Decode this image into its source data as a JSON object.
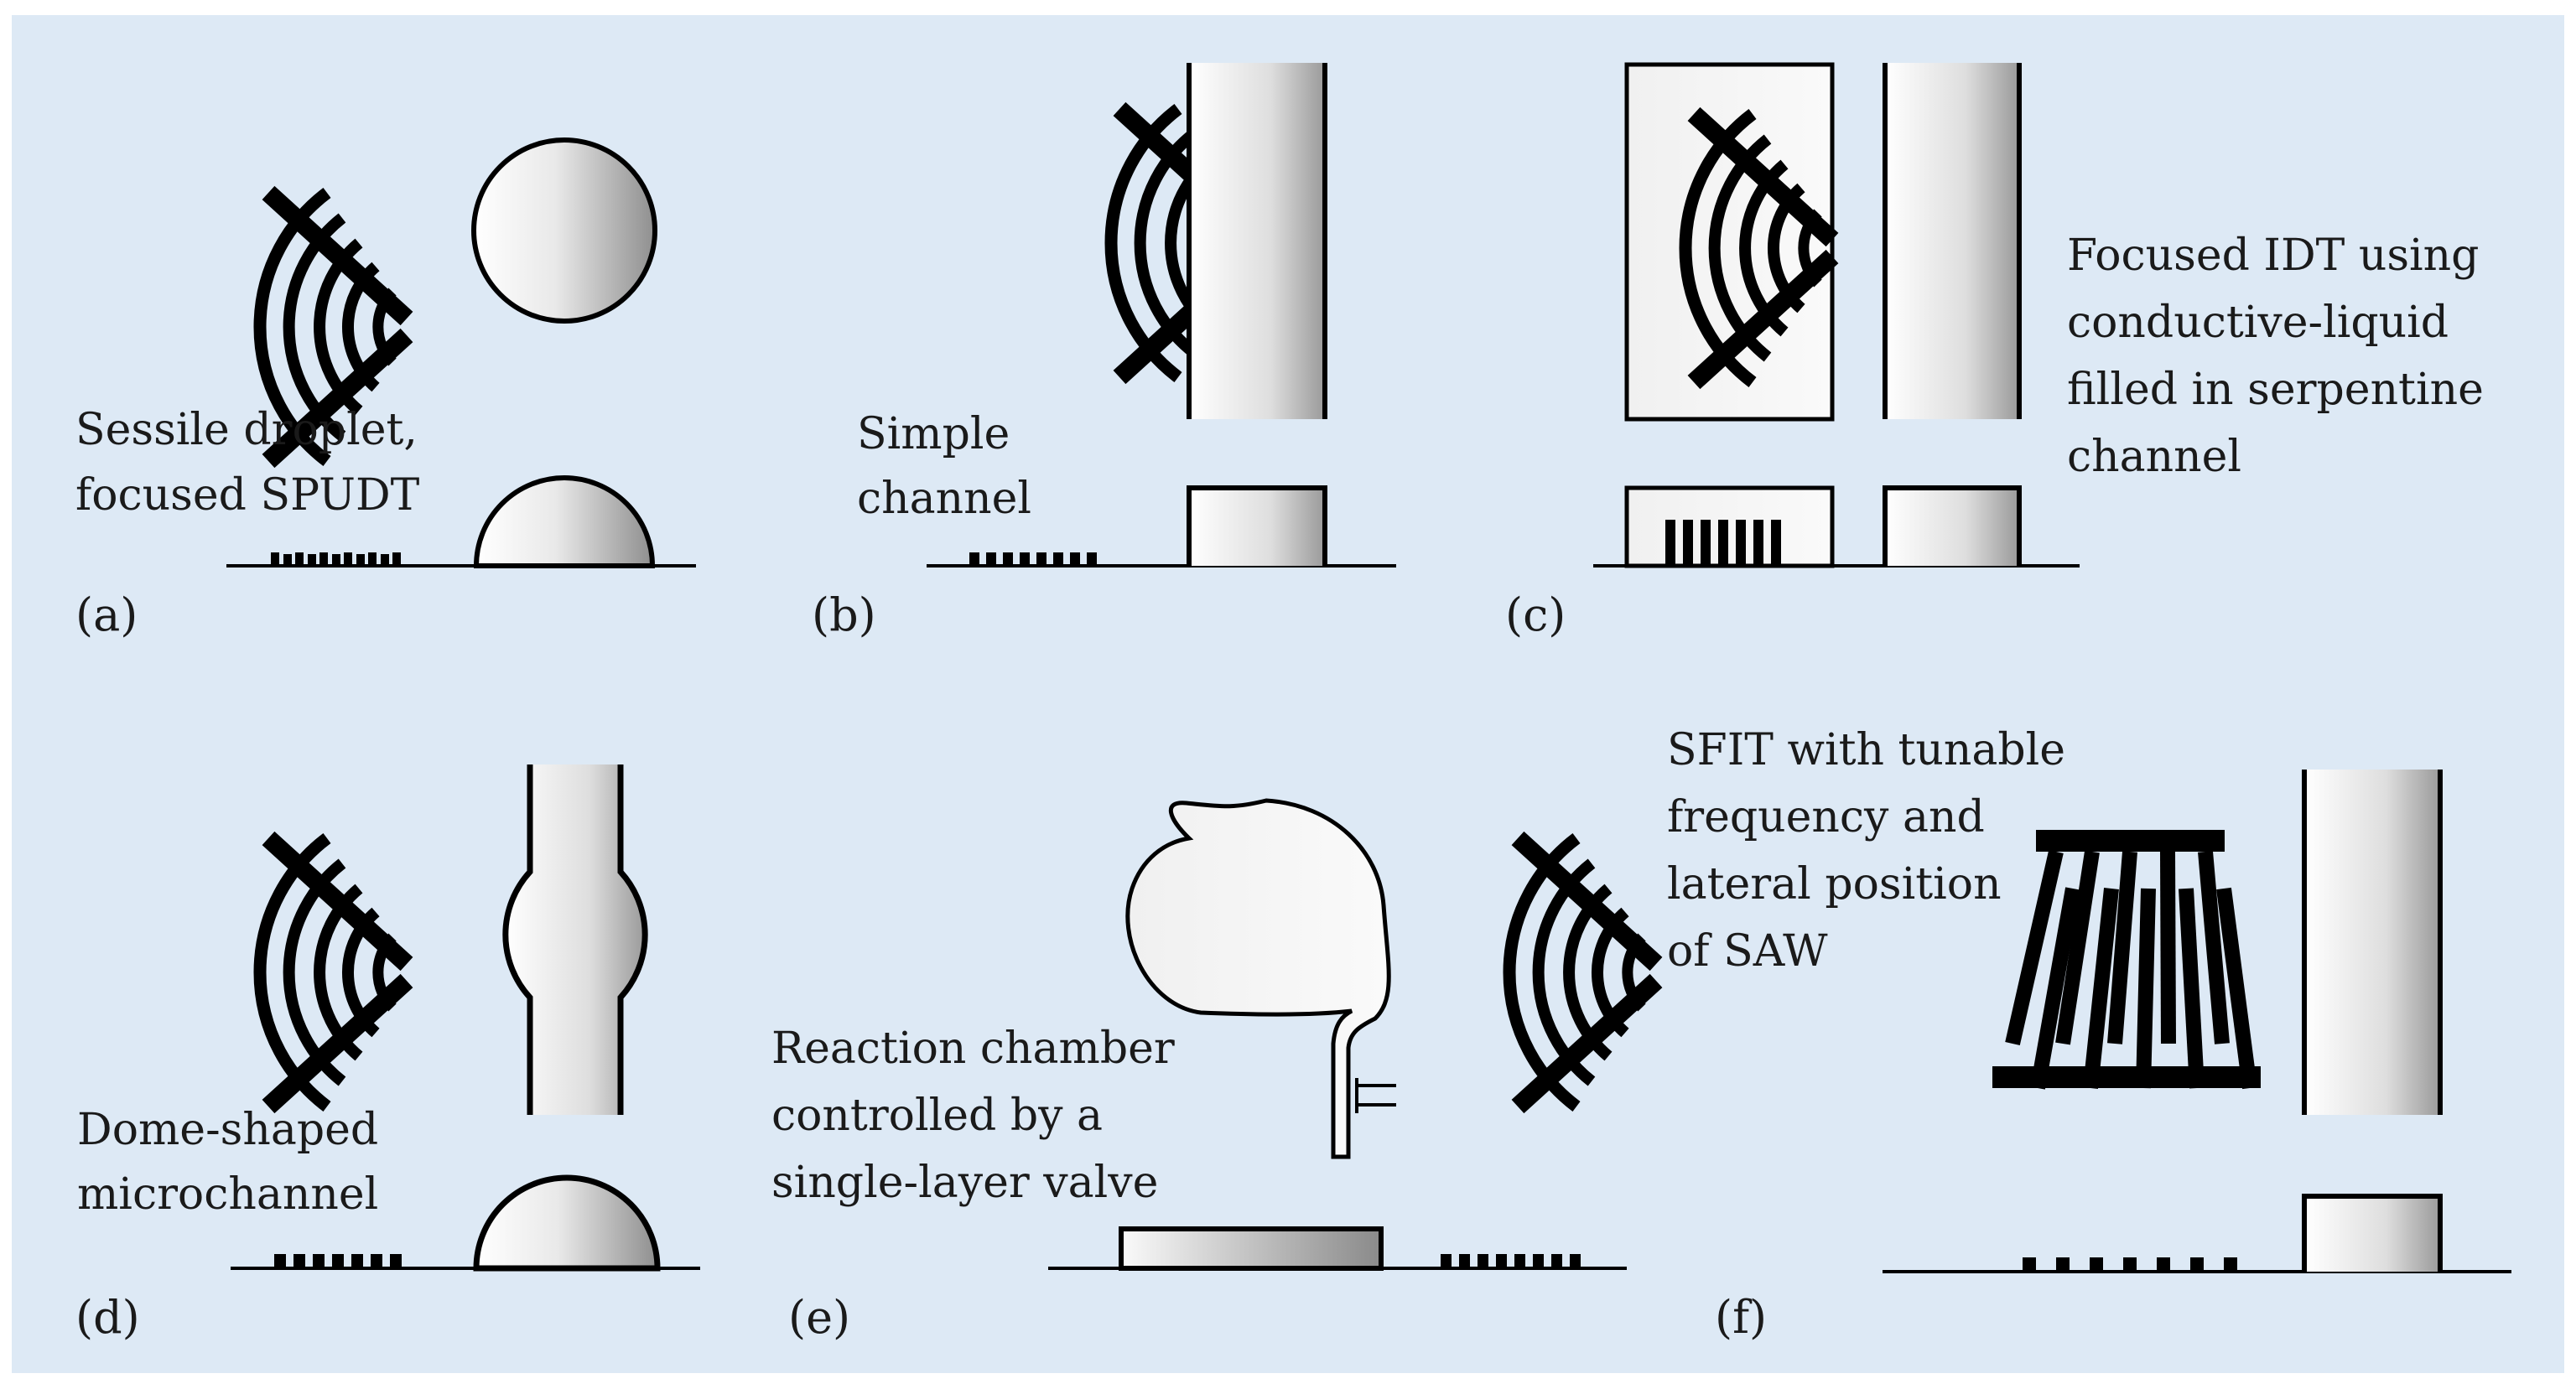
{
  "panels": {
    "a": {
      "label": "(a)",
      "caption": [
        "Sessile droplet,",
        "focused SPUDT"
      ]
    },
    "b": {
      "label": "(b)",
      "caption": [
        "Simple",
        "channel"
      ]
    },
    "c": {
      "label": "(c)",
      "caption": [
        "Focused IDT using",
        "conductive-liquid",
        "filled in serpentine",
        "channel"
      ]
    },
    "d": {
      "label": "(d)",
      "caption": [
        "Dome-shaped",
        "microchannel"
      ]
    },
    "e": {
      "label": "(e)",
      "caption": [
        "Reaction chamber",
        "controlled by a",
        "single-layer valve"
      ]
    },
    "f": {
      "label": "(f)",
      "caption": [
        "SFIT with tunable",
        "frequency and",
        "lateral position",
        "of SAW"
      ]
    }
  },
  "colors": {
    "background": "#dde9f5",
    "ink": "#000000"
  }
}
